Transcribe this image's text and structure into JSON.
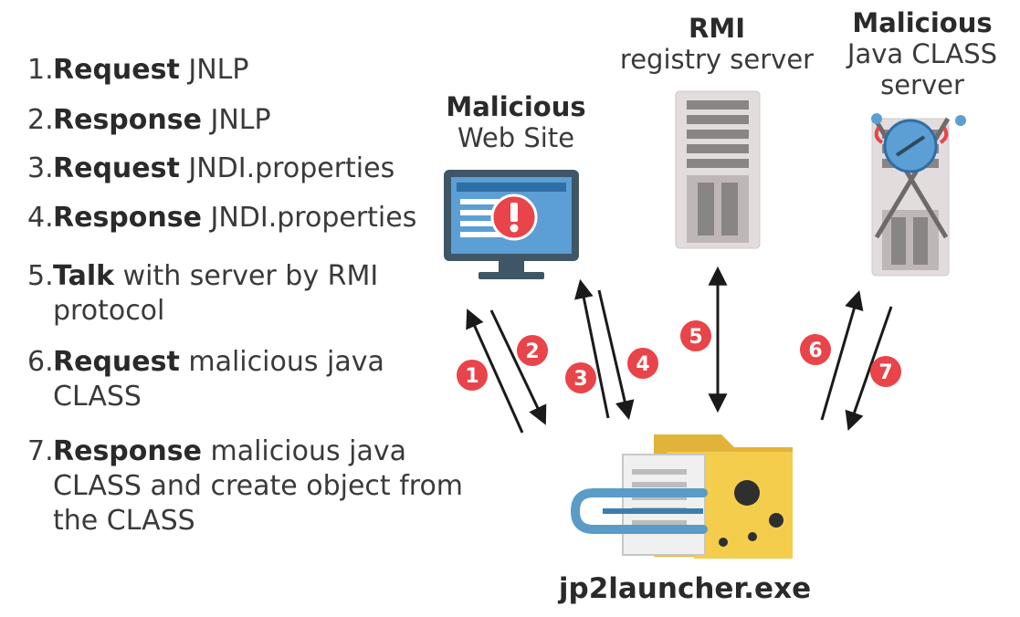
{
  "steps": [
    {
      "n": "1.",
      "bold": "Request",
      "rest": " JNLP",
      "line2": ""
    },
    {
      "n": "2.",
      "bold": "Response",
      "rest": " JNLP",
      "line2": ""
    },
    {
      "n": "3.",
      "bold": "Request",
      "rest": " JNDI.properties",
      "line2": ""
    },
    {
      "n": "4.",
      "bold": "Response",
      "rest": " JNDI.properties",
      "line2": ""
    },
    {
      "n": "5.",
      "bold": "Talk",
      "rest": " with server by RMI",
      "line2": "protocol"
    },
    {
      "n": "6.",
      "bold": "Request",
      "rest": " malicious java",
      "line2": "CLASS"
    },
    {
      "n": "7.",
      "bold": "Response",
      "rest": " malicious java",
      "line2": "CLASS and create object from",
      "line3": "the CLASS"
    }
  ],
  "nodes": {
    "web_site": {
      "line1": "Malicious",
      "line2": "Web Site"
    },
    "rmi": {
      "line1": "RMI",
      "line2": "registry server"
    },
    "class_server": {
      "line1": "Malicious",
      "line2": "Java CLASS",
      "line3": "server"
    },
    "launcher": {
      "label": "jp2launcher.exe"
    }
  },
  "badges": [
    "1",
    "2",
    "3",
    "4",
    "5",
    "6",
    "7"
  ],
  "colors": {
    "badge": "#e8444a",
    "monitor_frame": "#3f5666",
    "monitor_screen": "#5b9fd4",
    "server_body": "#e3dcdc",
    "server_dark": "#8a8585",
    "folder": "#f4cd4c",
    "folder_dark": "#e2b33a",
    "cable": "#5a9bc7"
  }
}
